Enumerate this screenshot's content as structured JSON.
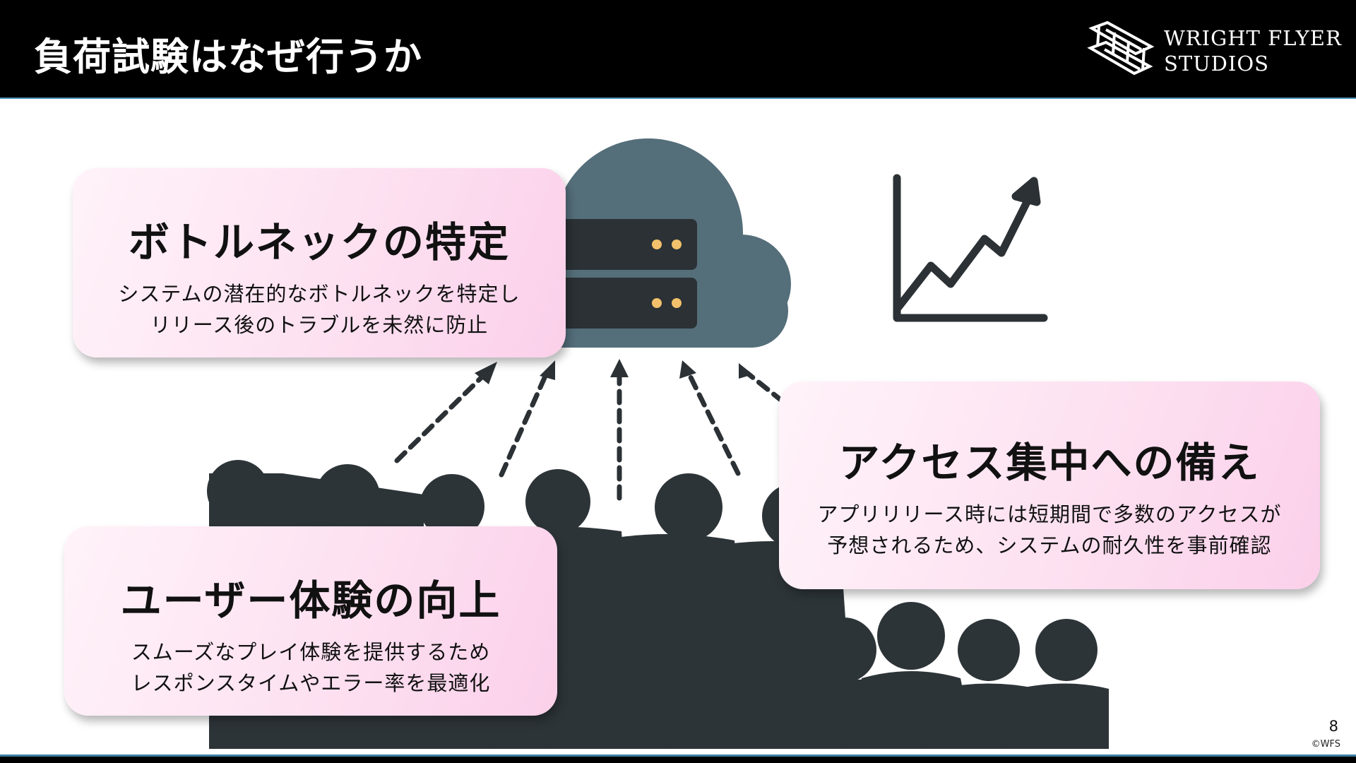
{
  "header": {
    "title": "負荷試験はなぜ行うか",
    "logo_line1": "WRIGHT FLYER",
    "logo_line2": "STUDIOS",
    "logo_icon": "biplane-logo-icon"
  },
  "illustration": {
    "icons": [
      "cloud-server-icon",
      "growth-chart-icon",
      "crowd-users-icon"
    ],
    "colors": {
      "cloud": "#546e7a",
      "server": "#2b3135",
      "led": "#f3c16b",
      "crowd": "#2d3438"
    }
  },
  "cards": [
    {
      "title": "ボトルネックの特定",
      "line1": "システムの潜在的なボトルネックを特定し",
      "line2": "リリース後のトラブルを未然に防止"
    },
    {
      "title": "アクセス集中への備え",
      "line1": "アプリリリース時には短期間で多数のアクセスが",
      "line2": "予想されるため、システムの耐久性を事前確認"
    },
    {
      "title": "ユーザー体験の向上",
      "line1": "スムーズなプレイ体験を提供するため",
      "line2": "レスポンスタイムやエラー率を最適化"
    }
  ],
  "footer": {
    "page_number": "8",
    "copyright": "©WFS"
  },
  "colors": {
    "card_gradient_start": "#fff3f9",
    "card_gradient_end": "#fbd0ea",
    "accent_line": "#3a7ea3"
  }
}
